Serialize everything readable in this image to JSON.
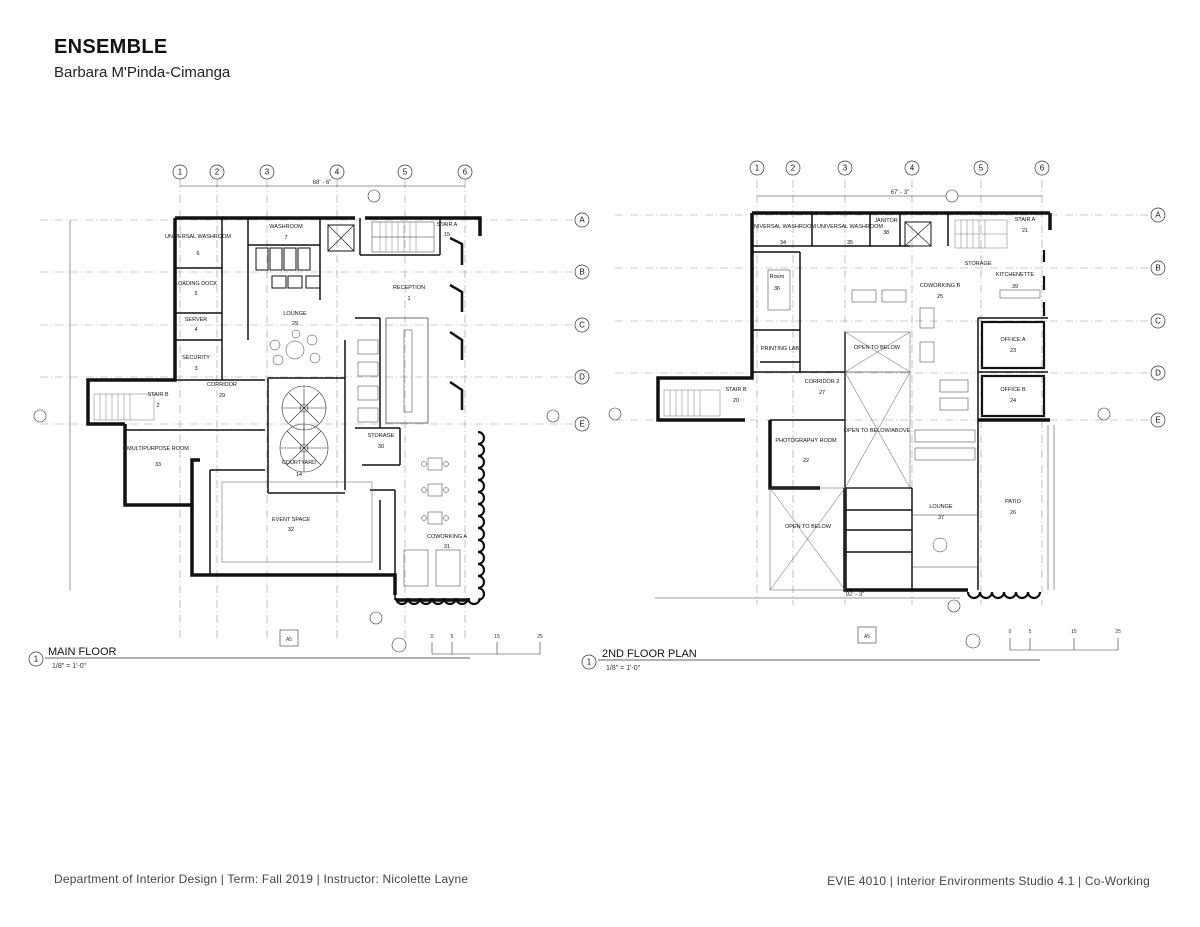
{
  "header": {
    "title": "ENSEMBLE",
    "author": "Barbara M'Pinda-Cimanga"
  },
  "footer": {
    "left": "Department of Interior Design  |  Term: Fall 2019  |  Instructor: Nicolette Layne",
    "right": "EVIE 4010 |  Interior Environments Studio 4.1  |  Co-Working"
  },
  "plans": {
    "main": {
      "label": "MAIN FLOOR",
      "number": "1",
      "scale": "1/8\" = 1'-0\"",
      "overall_dim": "68' - 6\"",
      "grid_cols": [
        "1",
        "2",
        "3",
        "4",
        "5",
        "6"
      ],
      "grid_rows": [
        "A",
        "B",
        "C",
        "D",
        "E"
      ],
      "section_tag": "A5",
      "scale_marks": [
        "0",
        "5",
        "15",
        "25"
      ],
      "rooms": [
        {
          "name": "UNIVERSAL WASHROOM",
          "number": "6"
        },
        {
          "name": "WASHROOM",
          "number": "7"
        },
        {
          "name": "STAIR A",
          "number": "15"
        },
        {
          "name": "LOADING DOCK",
          "number": "5"
        },
        {
          "name": "RECEPTION",
          "number": "1"
        },
        {
          "name": "SERVER",
          "number": "4"
        },
        {
          "name": "LOUNGE",
          "number": "29"
        },
        {
          "name": "SECURITY",
          "number": "3"
        },
        {
          "name": "CORRIDOR",
          "number": "29"
        },
        {
          "name": "STAIR B",
          "number": "2"
        },
        {
          "name": "STORAGE",
          "number": "30"
        },
        {
          "name": "MULTIPURPOSE ROOM",
          "number": "33"
        },
        {
          "name": "COURTYARD",
          "number": "14"
        },
        {
          "name": "EVENT SPACE",
          "number": "32"
        },
        {
          "name": "COWORKING A",
          "number": "31"
        }
      ]
    },
    "second": {
      "label": "2ND FLOOR PLAN",
      "number": "1",
      "scale": "1/8\" = 1'-0\"",
      "overall_dim": "67' - 3\"",
      "bottom_dim": "92' - 3\"",
      "grid_cols": [
        "1",
        "2",
        "3",
        "4",
        "5",
        "6"
      ],
      "grid_rows": [
        "A",
        "B",
        "C",
        "D",
        "E"
      ],
      "section_tag": "A5",
      "scale_marks": [
        "0",
        "5",
        "15",
        "25"
      ],
      "rooms": [
        {
          "name": "UNIVERSAL WASHROOM",
          "number": "34"
        },
        {
          "name": "UNIVERSAL WASHROOM",
          "number": "35"
        },
        {
          "name": "JANITOR",
          "number": "38"
        },
        {
          "name": "STAIR A",
          "number": "21"
        },
        {
          "name": "STORAGE",
          "number": ""
        },
        {
          "name": "KITCHENETTE",
          "number": "39"
        },
        {
          "name": "Room",
          "number": "36"
        },
        {
          "name": "COWORKING B",
          "number": "25"
        },
        {
          "name": "OFFICE A",
          "number": "23"
        },
        {
          "name": "PRINTING LAB",
          "number": ""
        },
        {
          "name": "OPEN TO BELOW",
          "number": ""
        },
        {
          "name": "STAIR B",
          "number": "20"
        },
        {
          "name": "CORRIDOR 2",
          "number": "27"
        },
        {
          "name": "OFFICE B",
          "number": "24"
        },
        {
          "name": "PHOTOGRAPHY ROOM",
          "number": "22"
        },
        {
          "name": "OPEN TO BELOW/ABOVE",
          "number": ""
        },
        {
          "name": "LOUNGE",
          "number": "37"
        },
        {
          "name": "PATIO",
          "number": "26"
        },
        {
          "name": "OPEN TO BELOW",
          "number": ""
        }
      ]
    }
  }
}
